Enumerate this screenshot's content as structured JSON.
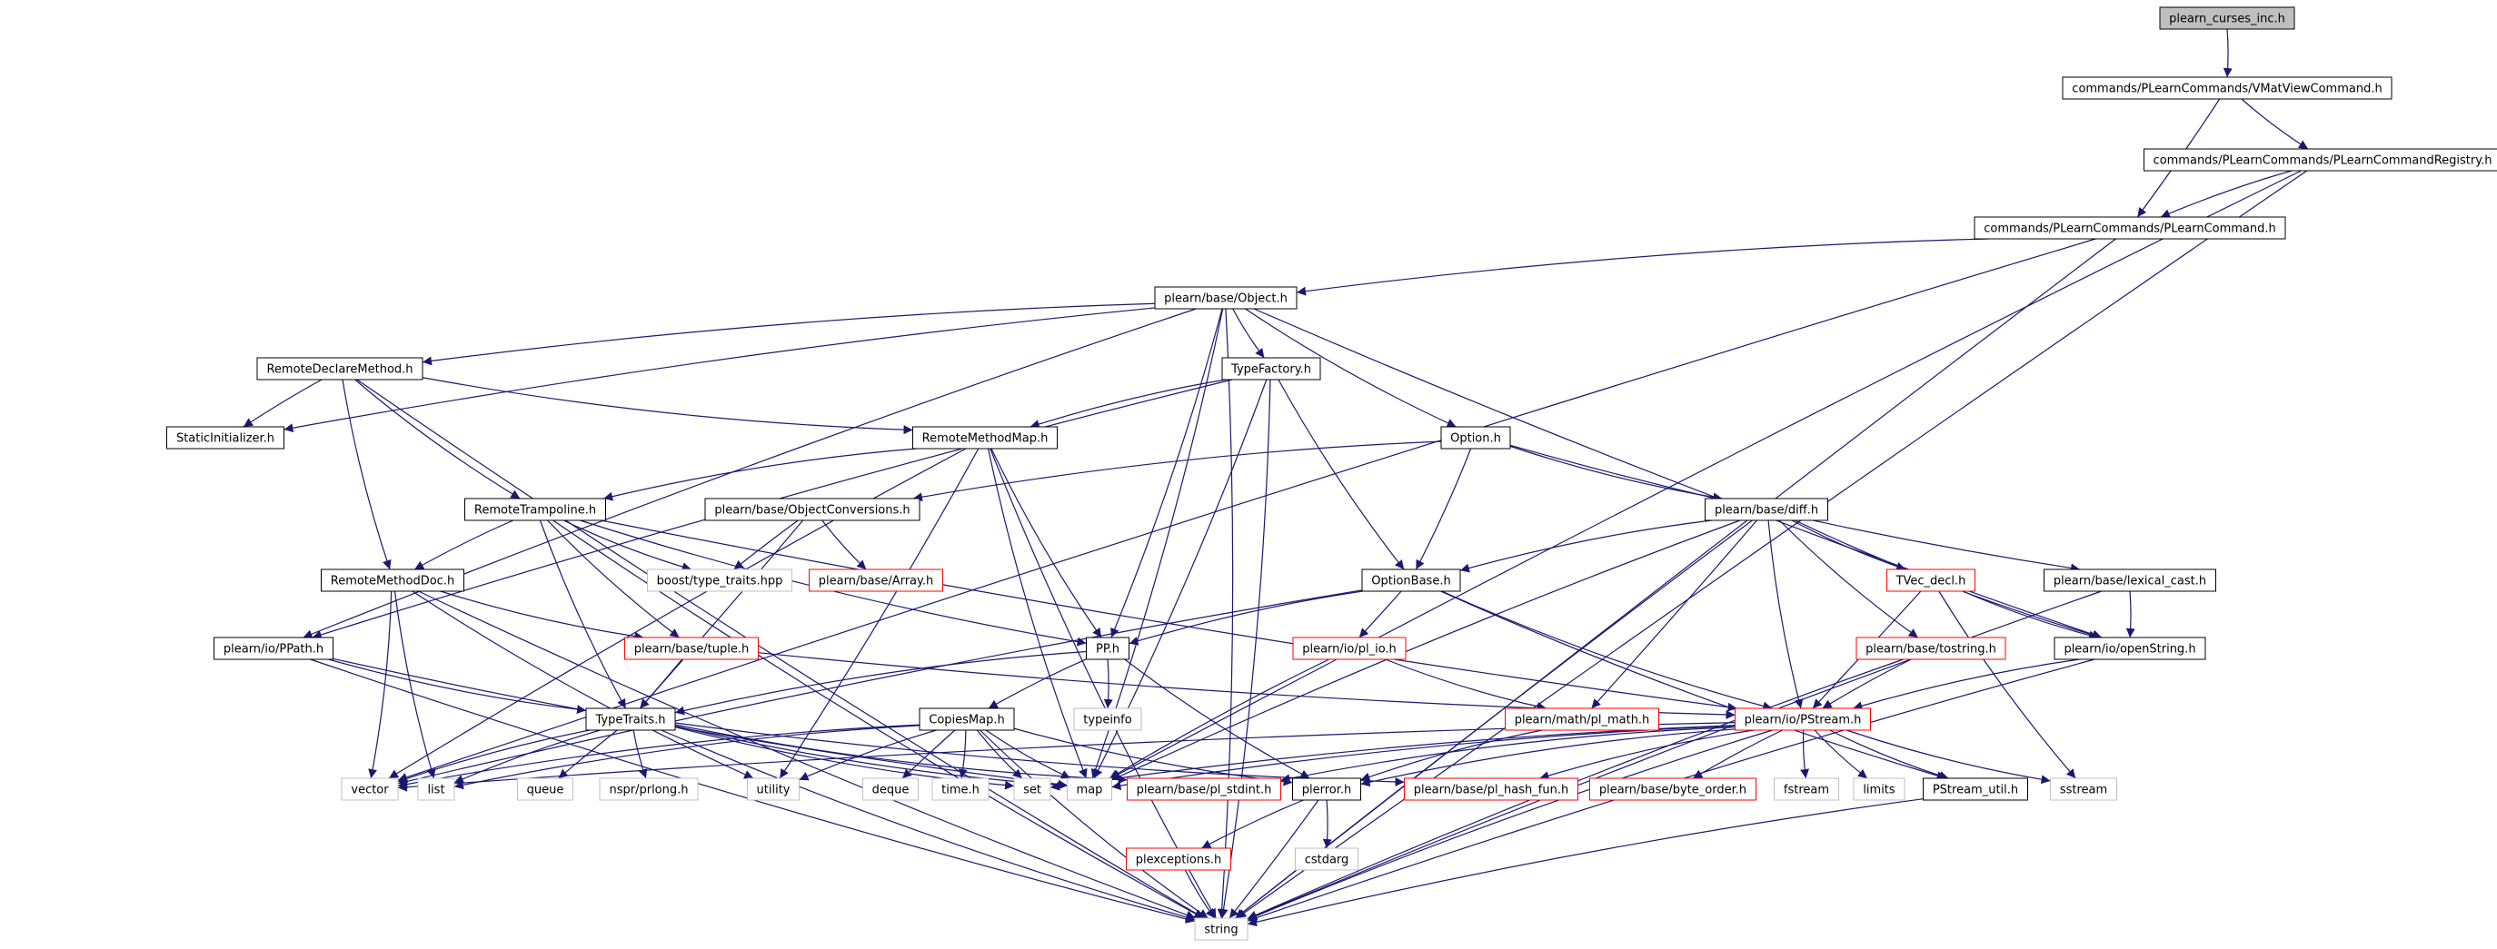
{
  "colors": {
    "edge": "#191970",
    "node_border": "#000000",
    "node_border_missing": "#bfbfbf",
    "node_border_truncated": "#ff0000",
    "node_fill": "#ffffff",
    "root_fill": "#bfbfbf",
    "text": "#000000"
  },
  "graph": {
    "title": "Include dependency graph for plearn_curses_inc.h",
    "nodes": [
      {
        "id": "n0",
        "label": "plearn_curses_inc.h",
        "kind": "root"
      },
      {
        "id": "n1",
        "label": "commands/PLearnCommands/VMatViewCommand.h",
        "kind": "normal"
      },
      {
        "id": "n2",
        "label": "commands/PLearnCommands/PLearnCommandRegistry.h",
        "kind": "normal"
      },
      {
        "id": "n3",
        "label": "commands/PLearnCommands/PLearnCommand.h",
        "kind": "normal"
      },
      {
        "id": "n4",
        "label": "plearn/base/Object.h",
        "kind": "normal"
      },
      {
        "id": "n5",
        "label": "RemoteDeclareMethod.h",
        "kind": "normal"
      },
      {
        "id": "n6",
        "label": "TypeFactory.h",
        "kind": "normal"
      },
      {
        "id": "n7",
        "label": "StaticInitializer.h",
        "kind": "normal"
      },
      {
        "id": "n8",
        "label": "RemoteMethodMap.h",
        "kind": "normal"
      },
      {
        "id": "n9",
        "label": "Option.h",
        "kind": "normal"
      },
      {
        "id": "n10",
        "label": "RemoteTrampoline.h",
        "kind": "normal"
      },
      {
        "id": "n11",
        "label": "plearn/base/ObjectConversions.h",
        "kind": "normal"
      },
      {
        "id": "n12",
        "label": "plearn/base/diff.h",
        "kind": "normal"
      },
      {
        "id": "n13",
        "label": "RemoteMethodDoc.h",
        "kind": "normal"
      },
      {
        "id": "n14",
        "label": "boost/type_traits.hpp",
        "kind": "missing"
      },
      {
        "id": "n15",
        "label": "plearn/base/Array.h",
        "kind": "truncated"
      },
      {
        "id": "n16",
        "label": "OptionBase.h",
        "kind": "normal"
      },
      {
        "id": "n17",
        "label": "TVec_decl.h",
        "kind": "truncated"
      },
      {
        "id": "n18",
        "label": "plearn/base/lexical_cast.h",
        "kind": "normal"
      },
      {
        "id": "n19",
        "label": "plearn/io/PPath.h",
        "kind": "normal"
      },
      {
        "id": "n20",
        "label": "plearn/base/tuple.h",
        "kind": "truncated"
      },
      {
        "id": "n21",
        "label": "PP.h",
        "kind": "normal"
      },
      {
        "id": "n22",
        "label": "plearn/io/pl_io.h",
        "kind": "truncated"
      },
      {
        "id": "n23",
        "label": "plearn/base/tostring.h",
        "kind": "truncated"
      },
      {
        "id": "n24",
        "label": "plearn/io/openString.h",
        "kind": "normal"
      },
      {
        "id": "n25",
        "label": "typeinfo",
        "kind": "missing"
      },
      {
        "id": "n26",
        "label": "TypeTraits.h",
        "kind": "normal"
      },
      {
        "id": "n27",
        "label": "CopiesMap.h",
        "kind": "normal"
      },
      {
        "id": "n28",
        "label": "plearn/math/pl_math.h",
        "kind": "truncated"
      },
      {
        "id": "n29",
        "label": "plearn/io/PStream.h",
        "kind": "truncated"
      },
      {
        "id": "n30",
        "label": "vector",
        "kind": "missing"
      },
      {
        "id": "n31",
        "label": "list",
        "kind": "missing"
      },
      {
        "id": "n32",
        "label": "queue",
        "kind": "missing"
      },
      {
        "id": "n33",
        "label": "nspr/prlong.h",
        "kind": "missing"
      },
      {
        "id": "n34",
        "label": "utility",
        "kind": "missing"
      },
      {
        "id": "n35",
        "label": "deque",
        "kind": "missing"
      },
      {
        "id": "n36",
        "label": "time.h",
        "kind": "missing"
      },
      {
        "id": "n37",
        "label": "set",
        "kind": "missing"
      },
      {
        "id": "n38",
        "label": "map",
        "kind": "missing"
      },
      {
        "id": "n39",
        "label": "plearn/base/pl_stdint.h",
        "kind": "truncated"
      },
      {
        "id": "n40",
        "label": "plerror.h",
        "kind": "normal"
      },
      {
        "id": "n41",
        "label": "plearn/base/pl_hash_fun.h",
        "kind": "truncated"
      },
      {
        "id": "n42",
        "label": "plearn/base/byte_order.h",
        "kind": "truncated"
      },
      {
        "id": "n43",
        "label": "fstream",
        "kind": "missing"
      },
      {
        "id": "n44",
        "label": "limits",
        "kind": "missing"
      },
      {
        "id": "n45",
        "label": "PStream_util.h",
        "kind": "normal"
      },
      {
        "id": "n46",
        "label": "sstream",
        "kind": "missing"
      },
      {
        "id": "n47",
        "label": "plexceptions.h",
        "kind": "truncated"
      },
      {
        "id": "n48",
        "label": "cstdarg",
        "kind": "missing"
      },
      {
        "id": "n49",
        "label": "string",
        "kind": "missing"
      }
    ],
    "edges": [
      [
        "n0",
        "n1"
      ],
      [
        "n1",
        "n3"
      ],
      [
        "n1",
        "n2"
      ],
      [
        "n2",
        "n3"
      ],
      [
        "n2",
        "n38"
      ],
      [
        "n2",
        "n49"
      ],
      [
        "n3",
        "n4"
      ],
      [
        "n3",
        "n30"
      ],
      [
        "n3",
        "n49"
      ],
      [
        "n4",
        "n5"
      ],
      [
        "n4",
        "n6"
      ],
      [
        "n4",
        "n7"
      ],
      [
        "n4",
        "n9"
      ],
      [
        "n4",
        "n19"
      ],
      [
        "n4",
        "n21"
      ],
      [
        "n4",
        "n24"
      ],
      [
        "n4",
        "n38"
      ],
      [
        "n4",
        "n49"
      ],
      [
        "n5",
        "n7"
      ],
      [
        "n5",
        "n8"
      ],
      [
        "n5",
        "n10"
      ],
      [
        "n5",
        "n13"
      ],
      [
        "n5",
        "n49"
      ],
      [
        "n6",
        "n8"
      ],
      [
        "n6",
        "n16"
      ],
      [
        "n6",
        "n19"
      ],
      [
        "n6",
        "n38"
      ],
      [
        "n6",
        "n49"
      ],
      [
        "n8",
        "n10"
      ],
      [
        "n8",
        "n21"
      ],
      [
        "n8",
        "n30"
      ],
      [
        "n8",
        "n34"
      ],
      [
        "n8",
        "n38"
      ],
      [
        "n8",
        "n49"
      ],
      [
        "n9",
        "n11"
      ],
      [
        "n9",
        "n12"
      ],
      [
        "n9",
        "n16"
      ],
      [
        "n9",
        "n18"
      ],
      [
        "n10",
        "n13"
      ],
      [
        "n10",
        "n14"
      ],
      [
        "n10",
        "n20"
      ],
      [
        "n10",
        "n21"
      ],
      [
        "n10",
        "n26"
      ],
      [
        "n10",
        "n29"
      ],
      [
        "n10",
        "n49"
      ],
      [
        "n11",
        "n14"
      ],
      [
        "n11",
        "n15"
      ],
      [
        "n11",
        "n26"
      ],
      [
        "n12",
        "n16"
      ],
      [
        "n12",
        "n17"
      ],
      [
        "n12",
        "n23"
      ],
      [
        "n12",
        "n24"
      ],
      [
        "n12",
        "n28"
      ],
      [
        "n12",
        "n29"
      ],
      [
        "n12",
        "n38"
      ],
      [
        "n12",
        "n49"
      ],
      [
        "n13",
        "n20"
      ],
      [
        "n13",
        "n30"
      ],
      [
        "n13",
        "n31"
      ],
      [
        "n13",
        "n34"
      ],
      [
        "n13",
        "n49"
      ],
      [
        "n16",
        "n21"
      ],
      [
        "n16",
        "n22"
      ],
      [
        "n16",
        "n29"
      ],
      [
        "n16",
        "n30"
      ],
      [
        "n16",
        "n45"
      ],
      [
        "n17",
        "n29"
      ],
      [
        "n17",
        "n24"
      ],
      [
        "n17",
        "n46"
      ],
      [
        "n18",
        "n24"
      ],
      [
        "n18",
        "n49"
      ],
      [
        "n19",
        "n26"
      ],
      [
        "n19",
        "n38"
      ],
      [
        "n19",
        "n49"
      ],
      [
        "n20",
        "n26"
      ],
      [
        "n20",
        "n29"
      ],
      [
        "n21",
        "n25"
      ],
      [
        "n21",
        "n26"
      ],
      [
        "n21",
        "n27"
      ],
      [
        "n21",
        "n40"
      ],
      [
        "n22",
        "n28"
      ],
      [
        "n22",
        "n38"
      ],
      [
        "n23",
        "n29"
      ],
      [
        "n23",
        "n49"
      ],
      [
        "n24",
        "n29"
      ],
      [
        "n24",
        "n49"
      ],
      [
        "n26",
        "n30"
      ],
      [
        "n26",
        "n31"
      ],
      [
        "n26",
        "n32"
      ],
      [
        "n26",
        "n33"
      ],
      [
        "n26",
        "n37"
      ],
      [
        "n26",
        "n38"
      ],
      [
        "n26",
        "n39"
      ],
      [
        "n26",
        "n41"
      ],
      [
        "n26",
        "n49"
      ],
      [
        "n27",
        "n30"
      ],
      [
        "n27",
        "n31"
      ],
      [
        "n27",
        "n34"
      ],
      [
        "n27",
        "n35"
      ],
      [
        "n27",
        "n36"
      ],
      [
        "n27",
        "n37"
      ],
      [
        "n27",
        "n38"
      ],
      [
        "n27",
        "n40"
      ],
      [
        "n27",
        "n49"
      ],
      [
        "n28",
        "n40"
      ],
      [
        "n29",
        "n30"
      ],
      [
        "n29",
        "n37"
      ],
      [
        "n29",
        "n38"
      ],
      [
        "n29",
        "n39"
      ],
      [
        "n29",
        "n40"
      ],
      [
        "n29",
        "n41"
      ],
      [
        "n29",
        "n42"
      ],
      [
        "n29",
        "n43"
      ],
      [
        "n29",
        "n44"
      ],
      [
        "n29",
        "n45"
      ],
      [
        "n29",
        "n46"
      ],
      [
        "n29",
        "n49"
      ],
      [
        "n40",
        "n47"
      ],
      [
        "n40",
        "n48"
      ],
      [
        "n40",
        "n49"
      ],
      [
        "n45",
        "n49"
      ],
      [
        "n47",
        "n49"
      ]
    ]
  }
}
